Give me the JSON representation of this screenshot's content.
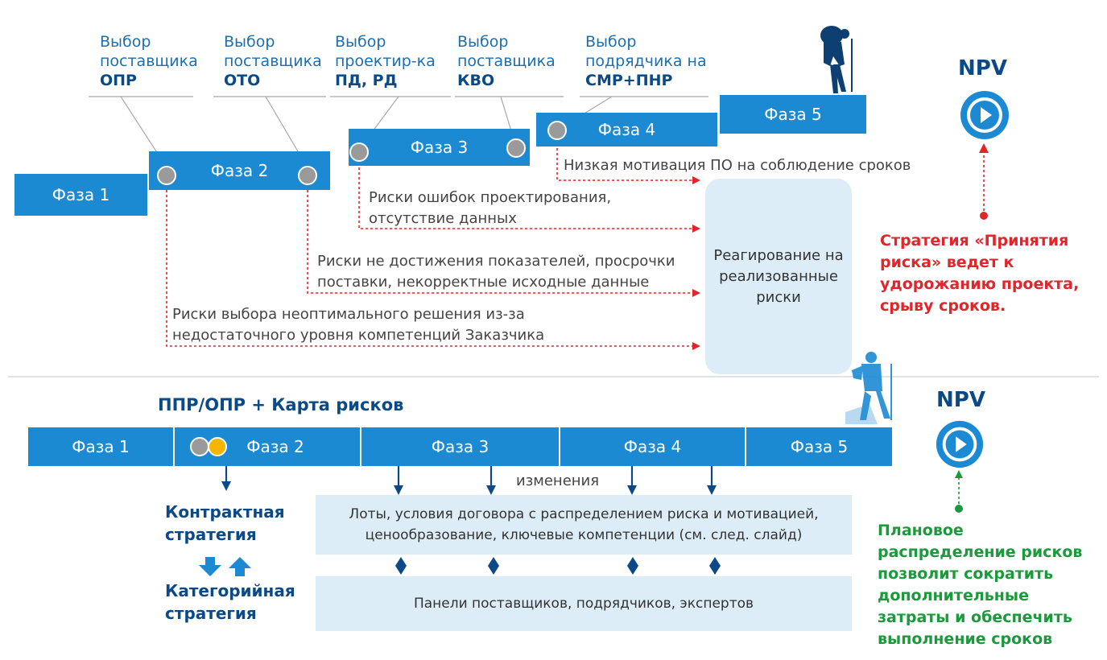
{
  "top": {
    "selections": [
      {
        "line1": "Выбор",
        "line2": "поставщика",
        "bold": "ОПР"
      },
      {
        "line1": "Выбор",
        "line2": "поставщика",
        "bold": "ОТО"
      },
      {
        "line1": "Выбор",
        "line2": "проектир-ка",
        "bold": "ПД, РД"
      },
      {
        "line1": "Выбор",
        "line2": "поставщика",
        "bold": "КВО"
      },
      {
        "line1": "Выбор",
        "line2": "подрядчика на",
        "bold": "СМР+ПНР"
      }
    ],
    "phases": [
      "Фаза 1",
      "Фаза 2",
      "Фаза 3",
      "Фаза 4",
      "Фаза 5"
    ],
    "risks": {
      "r4": "Низкая мотивация ПО на соблюдение сроков",
      "r3_line1": "Риски ошибок проектирования,",
      "r3_line2": "отсутствие данных",
      "r2_line1": "Риски не достижения показателей, просрочки",
      "r2_line2": "поставки, некорректные исходные данные",
      "r1_line1": "Риски выбора неоптимального решения из-за",
      "r1_line2": "недостаточного уровня компетенций Заказчика"
    },
    "response_box": {
      "line1": "Реагирование на",
      "line2": "реализованные",
      "line3": "риски"
    },
    "npv": "NPV",
    "strategy_lines": [
      "Стратегия «Принятия",
      "риска» ведет к",
      "удорожанию проекта,",
      "срыву сроков."
    ]
  },
  "bottom": {
    "title": "ППР/ОПР + Карта рисков",
    "phases": [
      "Фаза 1",
      "Фаза 2",
      "Фаза 3",
      "Фаза 4",
      "Фаза 5"
    ],
    "changes_label": "изменения",
    "contract_strategy": [
      "Контрактная",
      "стратегия"
    ],
    "category_strategy": [
      "Категорийная",
      "стратегия"
    ],
    "lots_box": {
      "line1": "Лоты, условия договора с распределением риска и мотивацией,",
      "line2": "ценообразование, ключевые компетенции (см. след. слайд)"
    },
    "panels_box": "Панели поставщиков, подрядчиков, экспертов",
    "npv": "NPV",
    "strategy_lines": [
      "Плановое",
      "распределение рисков",
      "позволит сократить",
      "дополнительные",
      "затраты и обеспечить",
      "выполнение сроков"
    ]
  },
  "colors": {
    "phase_blue": "#1b8ad3",
    "dark_blue": "#0b4a86",
    "red": "#e0262b",
    "green": "#1a9a3a",
    "light_box": "#dcedf8"
  }
}
